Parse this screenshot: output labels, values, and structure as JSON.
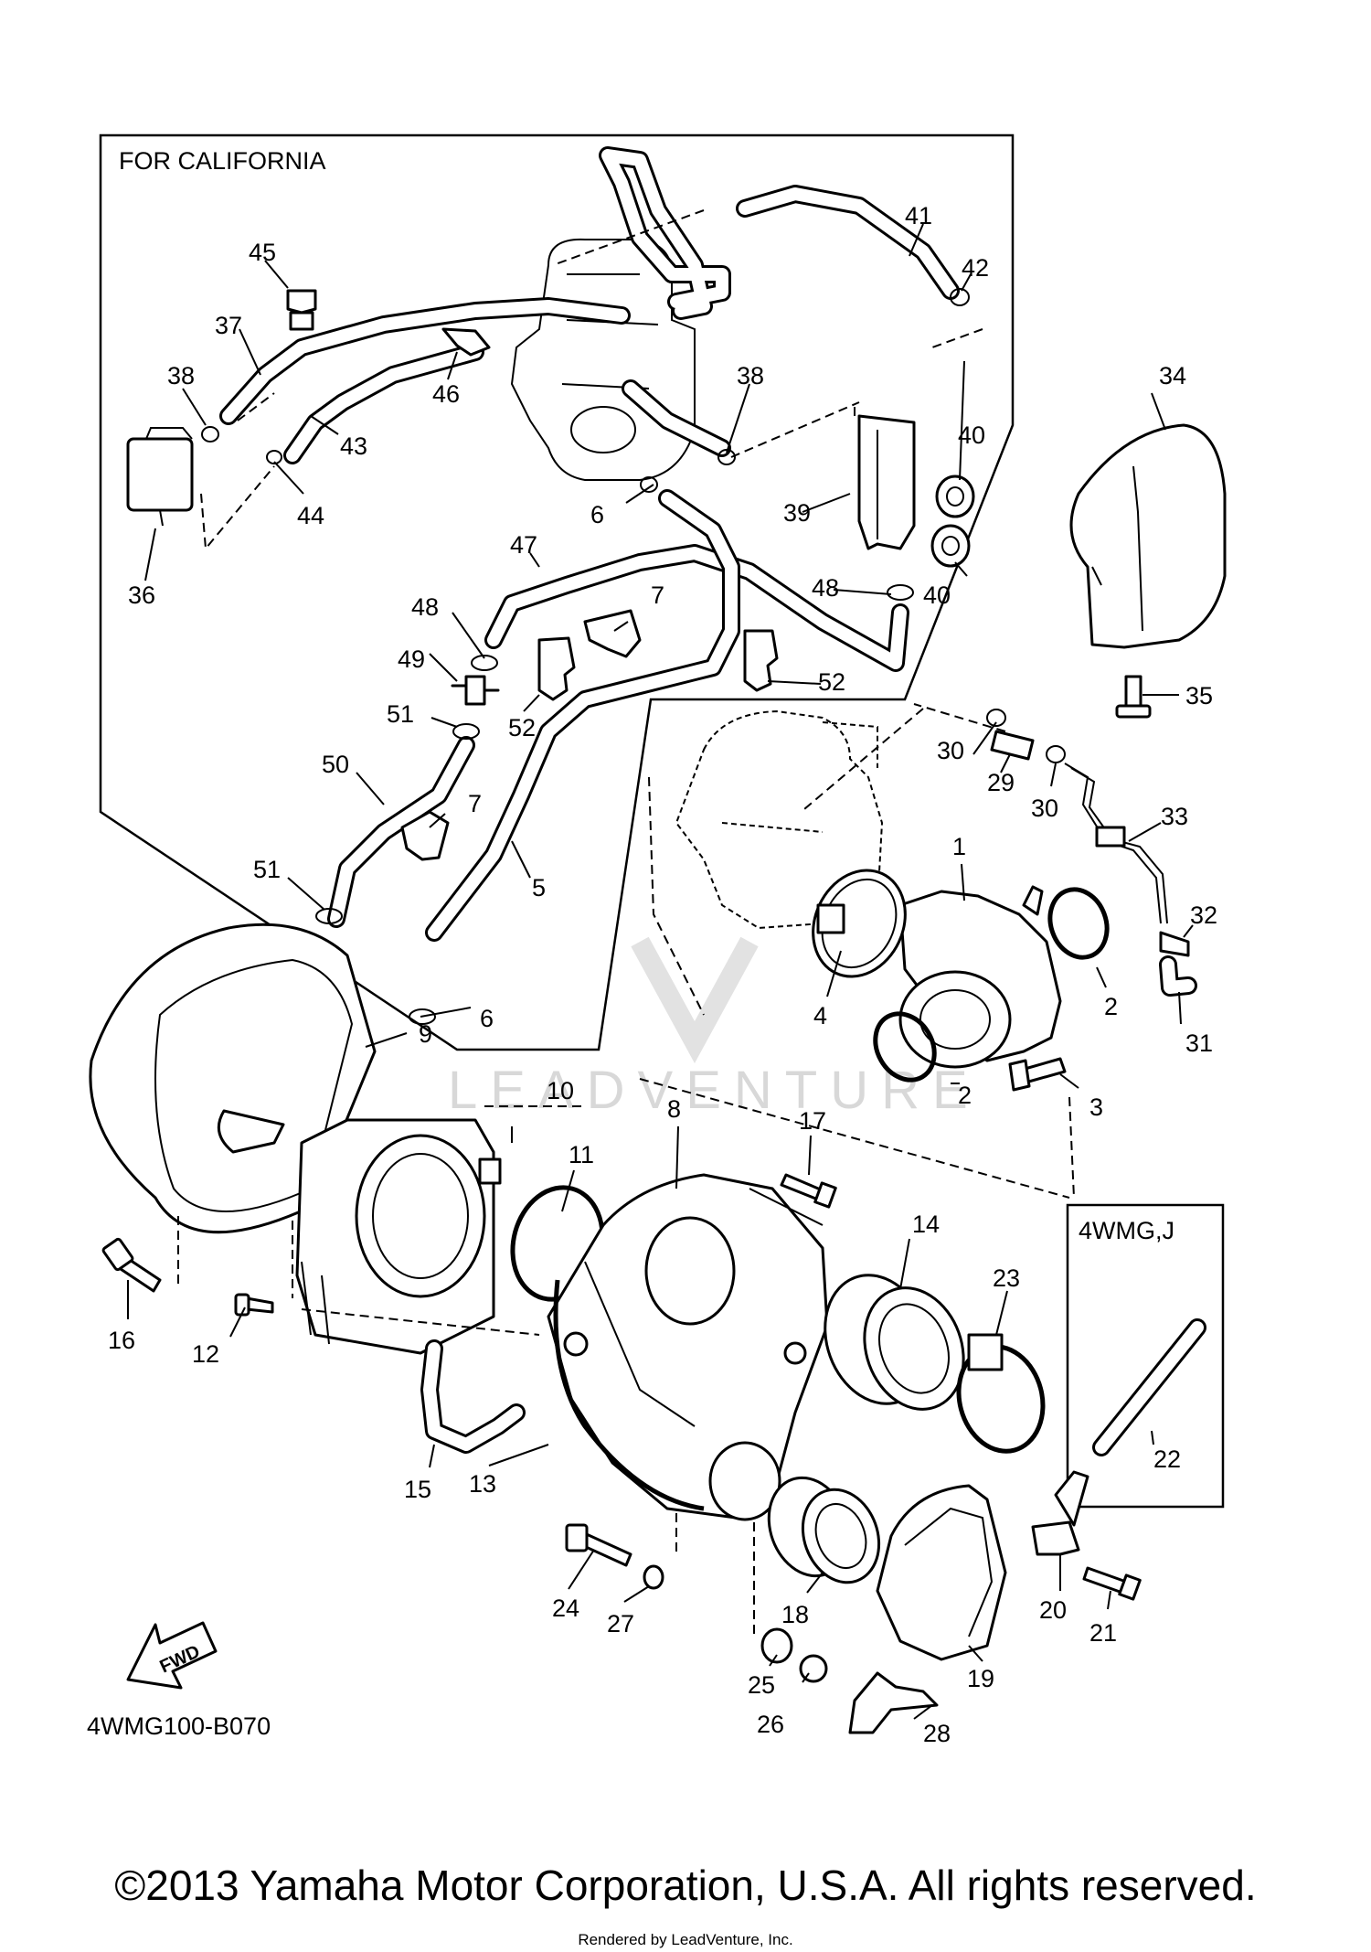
{
  "diagram": {
    "boxes": {
      "california": "FOR CALIFORNIA",
      "variant": "4WMG,J"
    },
    "diagram_code": "4WMG100-B070",
    "fwd_arrow": "FWD",
    "watermark": "LEADVENTURE",
    "callouts": [
      "1",
      "2",
      "2",
      "3",
      "4",
      "5",
      "6",
      "6",
      "7",
      "7",
      "8",
      "9",
      "10",
      "11",
      "12",
      "13",
      "14",
      "15",
      "16",
      "17",
      "18",
      "19",
      "20",
      "21",
      "22",
      "23",
      "24",
      "25",
      "26",
      "27",
      "28",
      "29",
      "30",
      "30",
      "31",
      "32",
      "33",
      "34",
      "35",
      "36",
      "37",
      "38",
      "38",
      "39",
      "40",
      "40",
      "41",
      "42",
      "43",
      "44",
      "45",
      "46",
      "47",
      "48",
      "48",
      "49",
      "50",
      "51",
      "51",
      "52",
      "52"
    ]
  },
  "footer": {
    "copyright": "©2013 Yamaha Motor Corporation, U.S.A. All rights reserved.",
    "rendered_by": "Rendered by LeadVenture, Inc."
  }
}
